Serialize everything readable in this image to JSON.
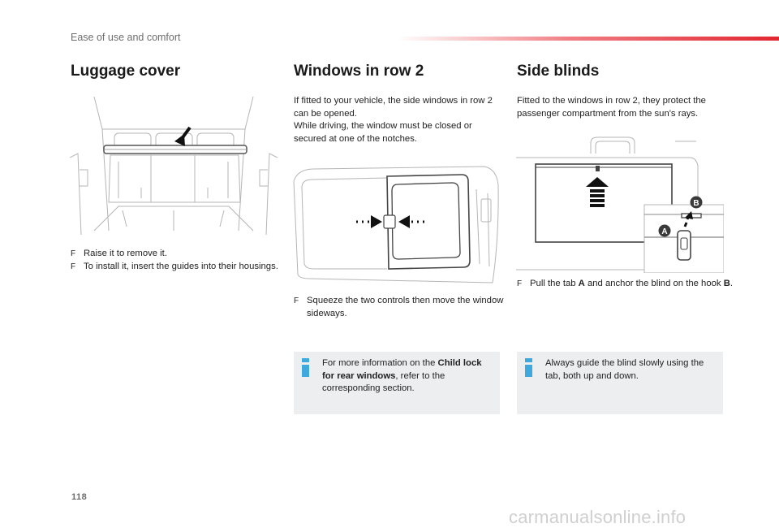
{
  "header": {
    "section_title": "Ease of use and comfort"
  },
  "luggage": {
    "title": "Luggage cover",
    "bullets": [
      "Raise it to remove it.",
      "To install it, insert the guides into their housings."
    ]
  },
  "windows": {
    "title": "Windows in row 2",
    "intro_1": "If fitted to your vehicle, the side windows in row 2 can be opened.",
    "intro_2": "While driving, the window must be closed or secured at one of the notches.",
    "bullet": "Squeeze the two controls then move the window sideways.",
    "info_pre": "For more information on the ",
    "info_bold": "Child lock for rear windows",
    "info_post": ", refer to the corresponding section."
  },
  "blinds": {
    "title": "Side blinds",
    "intro": "Fitted to the windows in row 2, they protect the passenger compartment from the sun's rays.",
    "bullet_pre": "Pull the tab ",
    "bullet_a": "A",
    "bullet_mid": " and anchor the blind on the hook ",
    "bullet_b": "B",
    "bullet_post": ".",
    "label_a": "A",
    "label_b": "B",
    "info": "Always guide the blind slowly using the tab, both up and down."
  },
  "footer": {
    "page_number": "118",
    "watermark": "carmanualsonline.info"
  },
  "bullet_symbol": "F",
  "colors": {
    "accent_red": "#e22630",
    "info_blue": "#3fa8dc",
    "info_bg": "#eceeef",
    "label_dark": "#3a3a3a"
  },
  "icons": {
    "info": "info-icon",
    "arrow": "arrow-icon"
  }
}
